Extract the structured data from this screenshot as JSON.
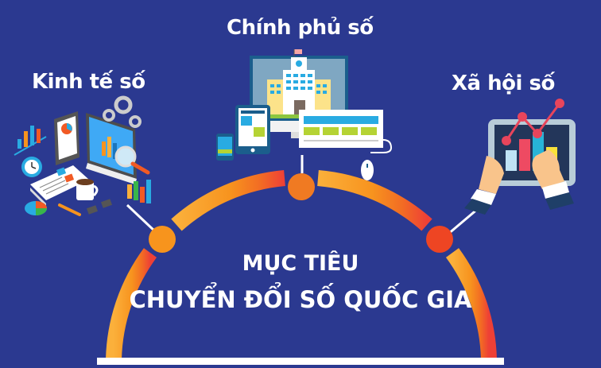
{
  "pillars": [
    {
      "label": "Kinh tế số",
      "icon": "digital-economy-illustration",
      "node_color": "#F7941D"
    },
    {
      "label": "Chính phủ số",
      "icon": "digital-government-illustration",
      "node_color": "#F07A22"
    },
    {
      "label": "Xã hội số",
      "icon": "digital-society-illustration",
      "node_color": "#EE4523"
    }
  ],
  "center": {
    "line1": "MỤC TIÊU",
    "line2": "CHUYỂN ĐỔI SỐ QUỐC GIA"
  },
  "colors": {
    "background": "#2B3990",
    "arc_left": "#FBB03B",
    "arc_mid": "#F7931E",
    "arc_right": "#EE4036",
    "text": "#FFFFFF"
  }
}
